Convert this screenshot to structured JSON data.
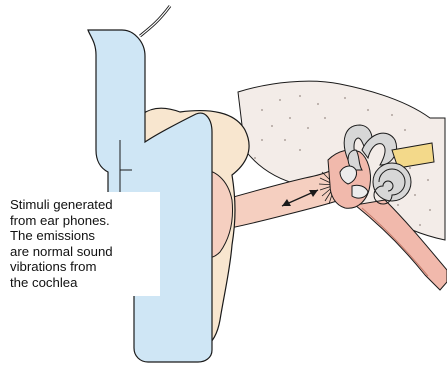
{
  "caption": {
    "lines": [
      "Stimuli generated",
      "from ear phones.",
      "The emissions",
      "are normal sound",
      "vibrations from",
      "the cochlea"
    ]
  },
  "colors": {
    "earphone_fill": "#cfe6f5",
    "skin": "#f8e6cf",
    "cartilage": "#fbecc9",
    "canal": "#f5cfc0",
    "bone": "#f3ece8",
    "cochlea": "#d7d7d7",
    "nerve": "#f3d98a",
    "tube": "#f1b9ac",
    "outline": "#1a1a1a"
  }
}
